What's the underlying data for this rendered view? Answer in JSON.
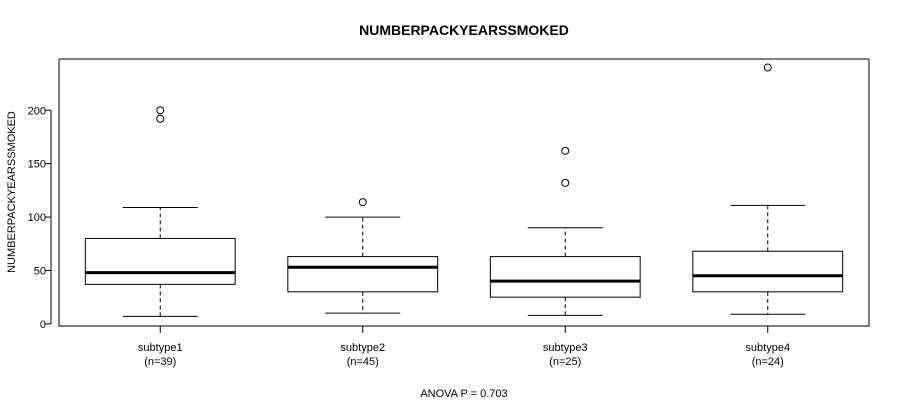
{
  "chart_data": {
    "type": "box",
    "title": "NUMBERPACKYEARSSMOKED",
    "ylabel": "NUMBERPACKYEARSSMOKED",
    "xlabel": "",
    "ylim": [
      -2,
      248
    ],
    "yticks": [
      0,
      50,
      100,
      150,
      200
    ],
    "footer": "ANOVA P = 0.703",
    "groups": [
      {
        "name": "subtype1",
        "n_label": "(n=39)",
        "whisker_low": 7,
        "q1": 37,
        "median": 48,
        "q3": 80,
        "whisker_high": 109,
        "outliers": [
          192,
          200
        ]
      },
      {
        "name": "subtype2",
        "n_label": "(n=45)",
        "whisker_low": 10,
        "q1": 30,
        "median": 53,
        "q3": 63,
        "whisker_high": 100,
        "outliers": [
          114
        ]
      },
      {
        "name": "subtype3",
        "n_label": "(n=25)",
        "whisker_low": 8,
        "q1": 25,
        "median": 40,
        "q3": 63,
        "whisker_high": 90,
        "outliers": [
          132,
          162
        ]
      },
      {
        "name": "subtype4",
        "n_label": "(n=24)",
        "whisker_low": 9,
        "q1": 30,
        "median": 45,
        "q3": 68,
        "whisker_high": 111,
        "outliers": [
          240
        ]
      }
    ]
  }
}
